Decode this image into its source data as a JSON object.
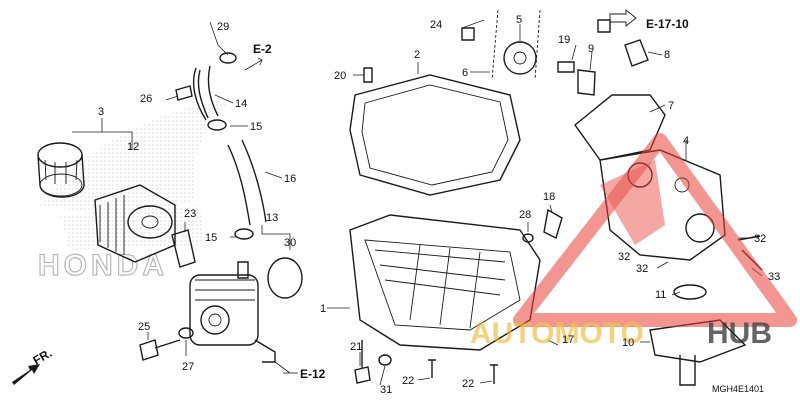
{
  "diagram": {
    "code": "MGH4E1401",
    "brand_watermark": "HONDA",
    "site_watermark": {
      "part1": "AUTOMOTO",
      "part2": "HUB"
    },
    "direction_label": "FR.",
    "refs": [
      "E-2",
      "E-17-10",
      "E-12"
    ],
    "callouts": [
      "1",
      "2",
      "3",
      "4",
      "5",
      "6",
      "7",
      "8",
      "9",
      "10",
      "11",
      "12",
      "13",
      "14",
      "15",
      "15",
      "16",
      "17",
      "18",
      "19",
      "20",
      "21",
      "22",
      "22",
      "23",
      "24",
      "25",
      "26",
      "27",
      "28",
      "29",
      "30",
      "31",
      "32",
      "32",
      "32",
      "33"
    ]
  },
  "colors": {
    "watermark_red": "#e8413b",
    "watermark_orange": "#f0b429",
    "watermark_dark": "#2b2b2b",
    "honda_gray": "#b8b8b8"
  }
}
